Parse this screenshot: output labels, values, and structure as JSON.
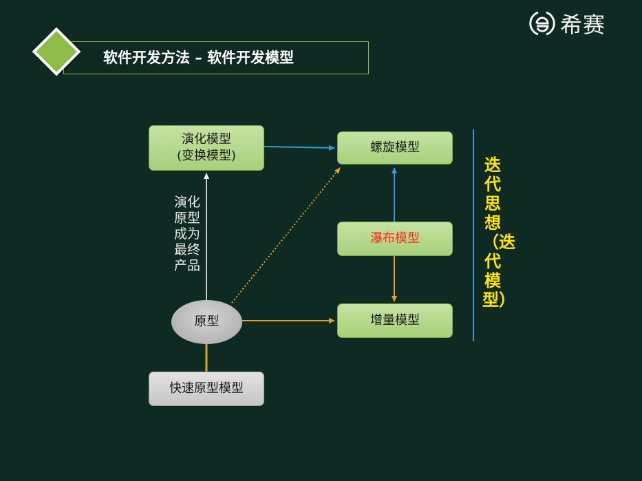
{
  "logo": {
    "text": "希赛",
    "icon": "circle-e-logo-icon"
  },
  "title": "软件开发方法 – 软件开发模型",
  "nodes": {
    "evolution": "演化模型\n(变换模型)",
    "spiral": "螺旋模型",
    "waterfall": "瀑布模型",
    "incremental": "增量模型",
    "prototype": "原型",
    "rapid_prototype": "快速原型模型"
  },
  "side_label": "演化原型成为最终产品",
  "vertical_title": "迭代思想（迭代模型）",
  "colors": {
    "background": "#0f2a23",
    "accent_green": "#8dbd47",
    "blue_arrow": "#2f9ad8",
    "orange_arrow": "#e3a21a",
    "highlight_red": "#ff2a1a",
    "title_yellow": "#ffe500"
  }
}
